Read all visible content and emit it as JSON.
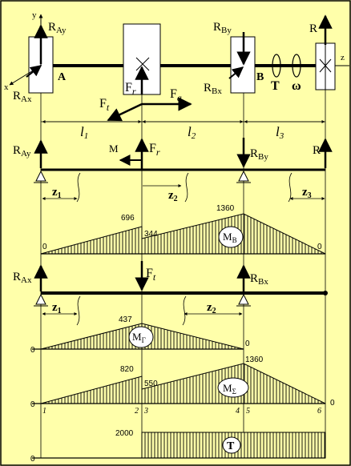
{
  "colors": {
    "background": "#ffffaa",
    "ink": "#000000",
    "frame": "#000000",
    "white": "#ffffff"
  },
  "shaft": {
    "axis_y": "y",
    "axis_x": "x",
    "axis_z": "z",
    "support_a": "A",
    "support_b": "B",
    "forces": {
      "r_ay": "R",
      "r_ay_sub": "Ay",
      "r_ax": "R",
      "r_ax_sub": "Ax",
      "r_by": "R",
      "r_by_sub": "By",
      "r_bx": "R",
      "r_bx_sub": "Bx",
      "r_end": "R",
      "f_r": "F",
      "f_r_sub": "r",
      "f_t": "F",
      "f_t_sub": "t",
      "f_a": "F",
      "f_a_sub": "a"
    },
    "torque": "T",
    "omega": "ω"
  },
  "spans": {
    "l1": "l",
    "l1_sub": "1",
    "l2": "l",
    "l2_sub": "2",
    "l3": "l",
    "l3_sub": "3"
  },
  "vertical_beam": {
    "r_ay": "R",
    "r_ay_sub": "Ay",
    "m": "M",
    "f_r": "F",
    "f_r_sub": "r",
    "r_by": "R",
    "r_by_sub": "By",
    "r_end": "R",
    "z1": "z",
    "z1_sub": "1",
    "z2": "z",
    "z2_sub": "2",
    "z3": "z",
    "z3_sub": "3"
  },
  "moment_b": {
    "v_left": "0",
    "v_jump_top": "696",
    "v_jump_bottom": "344",
    "v_peak": "1360",
    "v_right": "0",
    "label": "M",
    "label_sub": "B"
  },
  "horizontal_beam": {
    "r_ax": "R",
    "r_ax_sub": "Ax",
    "f_t": "F",
    "f_t_sub": "t",
    "r_bx": "R",
    "r_bx_sub": "Bx",
    "z1": "z",
    "z1_sub": "1",
    "z2": "z",
    "z2_sub": "2"
  },
  "moment_g": {
    "v_left": "0",
    "v_peak": "437",
    "v_right": "0",
    "label": "M",
    "label_sub": "Г"
  },
  "moment_sum": {
    "v_left": "0",
    "v_jump_top": "820",
    "v_jump_bottom": "550",
    "v_peak": "1360",
    "v_right": "0",
    "label": "M",
    "label_sub": "Σ"
  },
  "stations": {
    "s1": "1",
    "s2": "2",
    "s3": "3",
    "s4": "4",
    "s5": "5",
    "s6": "6"
  },
  "torque_diagram": {
    "v_left": "0",
    "v_value": "2000",
    "label": "T"
  }
}
